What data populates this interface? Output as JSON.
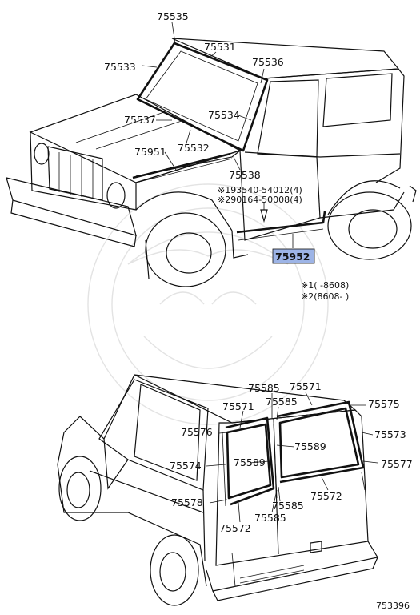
{
  "diagram": {
    "front_labels": [
      "75535",
      "75531",
      "75533",
      "75536",
      "75537",
      "75534",
      "75532",
      "75951",
      "75538"
    ],
    "fasteners": [
      {
        "mark": "※1",
        "part": "93540-54012",
        "qty": "(4)"
      },
      {
        "mark": "※2",
        "part": "90164-50008",
        "qty": "(4)"
      }
    ],
    "highlighted_part": "75952",
    "legend": [
      {
        "mark": "※1",
        "range": "(      -8608)"
      },
      {
        "mark": "※2",
        "range": "(8608-       )"
      }
    ],
    "rear_labels": [
      "75585",
      "75571",
      "75575",
      "75576",
      "75573",
      "75589",
      "75577",
      "75574",
      "75578",
      "75572"
    ],
    "catalog_code": "753396",
    "highlight_color": "#9db4e6"
  }
}
